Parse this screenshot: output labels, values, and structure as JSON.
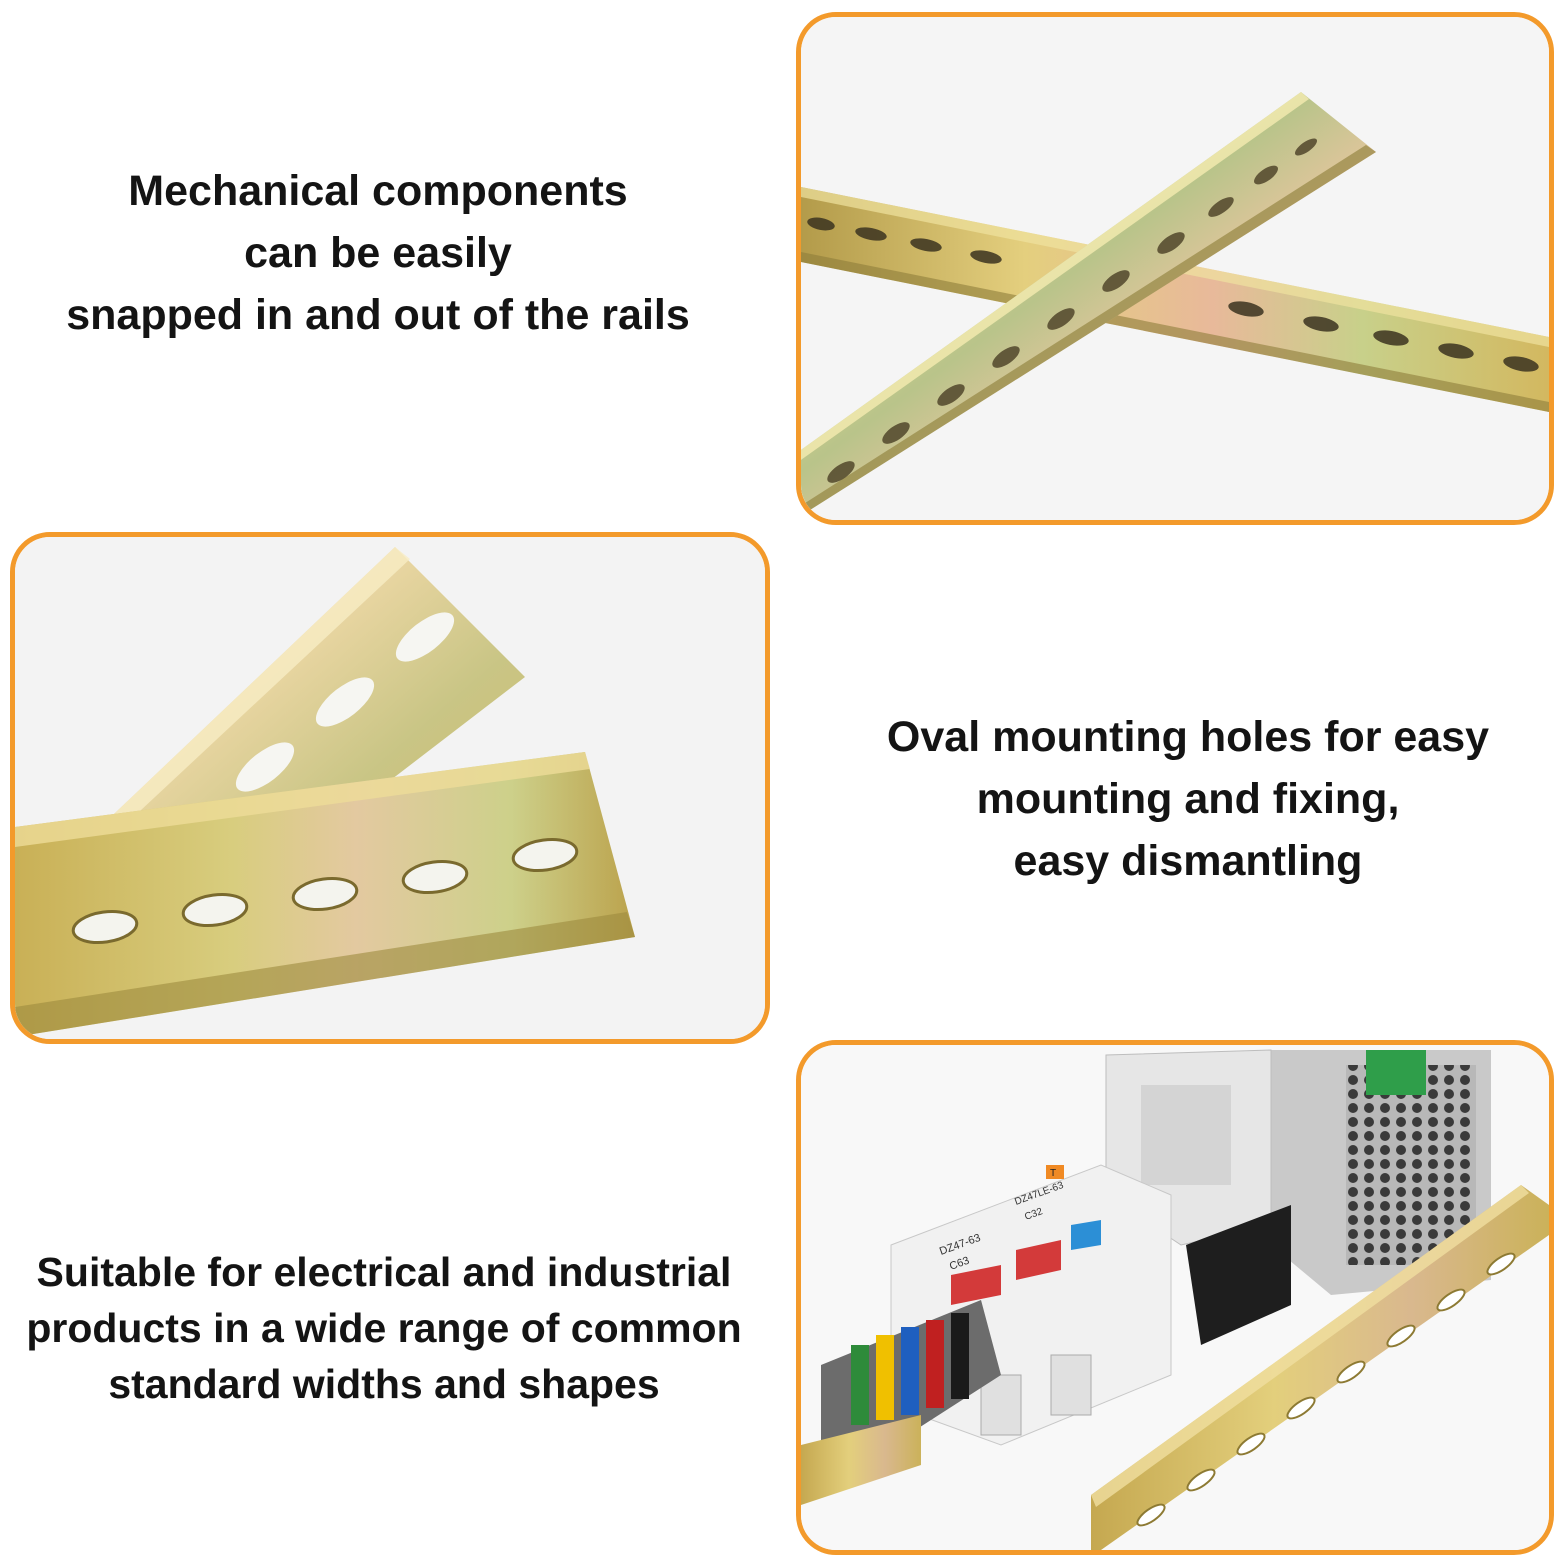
{
  "captions": {
    "snap": [
      "Mechanical components",
      "can be easily",
      "snapped in and out of the rails"
    ],
    "holes": [
      "Oval mounting holes for easy",
      "mounting and fixing,",
      "easy dismantling"
    ],
    "suitable": [
      "Suitable for electrical and industrial",
      "products in a wide range of common",
      "standard widths and shapes"
    ]
  },
  "panels": {
    "frame_color": "#f39a2b",
    "rail_finish": "yellow zinc plated",
    "device_labels": [
      "DZ47-63",
      "C63",
      "DZ47LE-63",
      "C32",
      "T"
    ]
  }
}
